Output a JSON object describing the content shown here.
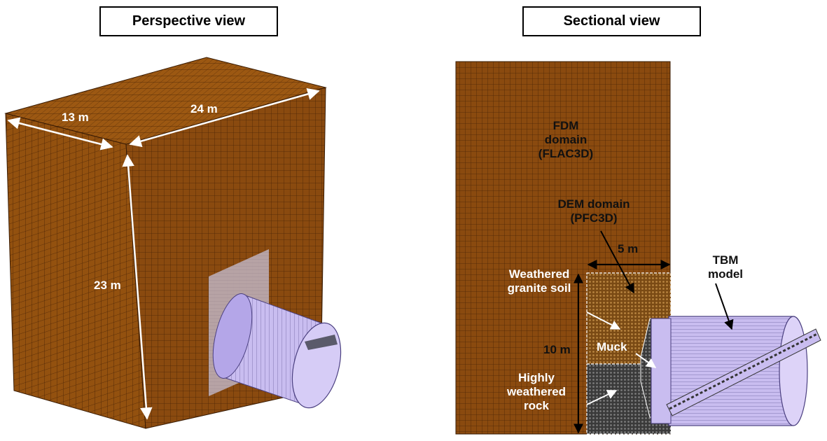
{
  "panels": {
    "left_title": "Perspective view",
    "right_title": "Sectional view"
  },
  "dimensions": {
    "width_13": "13 m",
    "length_24": "24 m",
    "height_23": "23 m",
    "width_5": "5 m",
    "height_10": "10 m"
  },
  "labels": {
    "fdm_line1": "FDM",
    "fdm_line2": "domain",
    "fdm_line3": "(FLAC3D)",
    "dem_line1": "DEM domain",
    "dem_line2": "(PFC3D)",
    "tbm_line1": "TBM",
    "tbm_line2": "model",
    "soil_line1": "Weathered",
    "soil_line2": "granite soil",
    "muck": "Muck",
    "rock_line1": "Highly",
    "rock_line2": "weathered",
    "rock_line3": "rock"
  },
  "colors": {
    "mesh_brown": "#8a4a0f",
    "grid_line": "#4a2405",
    "tbm_purple": "#c9bdf0",
    "rock_dark": "#3a3a3a"
  }
}
